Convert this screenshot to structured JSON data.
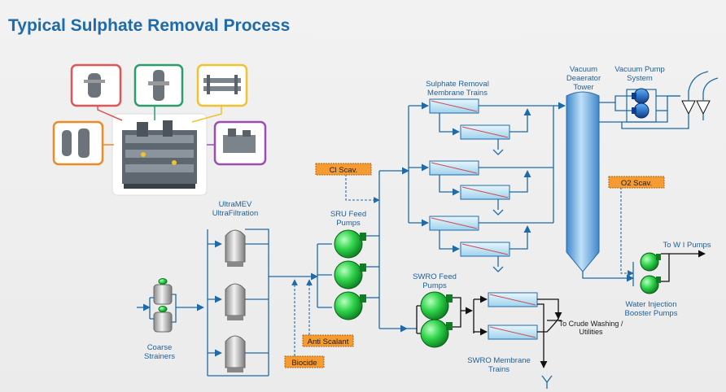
{
  "title": "Typical Sulphate Removal Process",
  "labels": {
    "sulphate_removal_trains": [
      "Sulphate Removal",
      "Membrane Trains"
    ],
    "vacuum_deaerator": [
      "Vacuum",
      "Deaerator",
      "Tower"
    ],
    "vacuum_pump": [
      "Vacuum Pump",
      "System"
    ],
    "ultramef": [
      "UltraMEV",
      "UltraFiltration"
    ],
    "sru_feed": [
      "SRU Feed",
      "Pumps"
    ],
    "swro_feed": [
      "SWRO Feed",
      "Pumps"
    ],
    "swro_membrane": [
      "SWRO Membrane",
      "Trains"
    ],
    "coarse_strainers": [
      "Coarse",
      "Strainers"
    ],
    "wi_booster": [
      "Water Injection",
      "Booster Pumps"
    ],
    "to_crude": [
      "To Crude Washing /",
      "Utilities"
    ],
    "to_wi": "To W I Pumps"
  },
  "tags": {
    "cl_scav": "Cl Scav.",
    "o2_scav": "O2 Scav.",
    "anti_scalant": "Anti Scalant",
    "biocide": "Biocide"
  },
  "colors": {
    "title": "#1f6aa8",
    "flow": "#1f6aa8",
    "tag_fill": "#f59b32",
    "pump_green": "#2fd34a",
    "membrane_blue": "#bfe3f6",
    "tower_blue": "#5ea6e0",
    "thumb_red": "#e05555",
    "thumb_green": "#2a9d6a",
    "thumb_yellow": "#f2c12e",
    "thumb_orange": "#f08a24",
    "thumb_purple": "#9a4fb0"
  }
}
